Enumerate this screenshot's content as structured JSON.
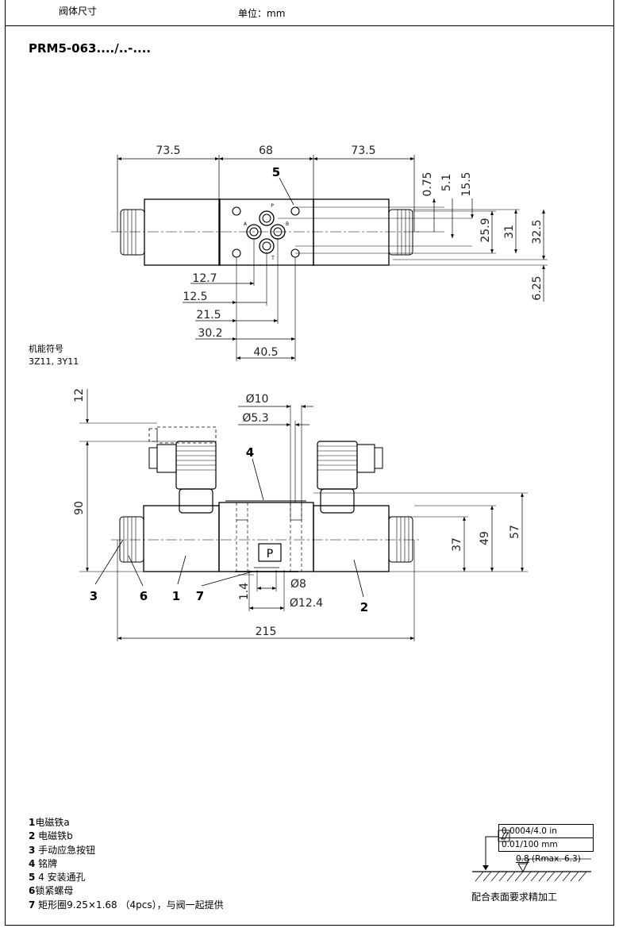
{
  "header": {
    "title": "阀体尺寸",
    "unit": "单位：mm"
  },
  "model": "PRM5-063..../..-....",
  "symbol": {
    "label": "机能符号",
    "codes": "3Z11, 3Y11"
  },
  "top_view": {
    "dims": {
      "w_left": "73.5",
      "w_mid": "68",
      "w_right": "73.5",
      "v075": "0.75",
      "v51": "5.1",
      "v155": "15.5",
      "v259": "25.9",
      "v31": "31",
      "v325": "32.5",
      "v625": "6.25",
      "h127": "12.7",
      "h125": "12.5",
      "h215": "21.5",
      "h302": "30.2",
      "h405": "40.5"
    },
    "ports": {
      "p": "P",
      "a": "A",
      "b": "B",
      "t": "T"
    },
    "callout": "5"
  },
  "front_view": {
    "dims": {
      "d12": "12",
      "d90": "90",
      "d37": "37",
      "d49": "49",
      "d57": "57",
      "d14": "1.4",
      "dia10": "Ø10",
      "dia53": "Ø5.3",
      "dia8": "Ø8",
      "dia124": "Ø12.4",
      "total": "215"
    },
    "nameplate": "P",
    "callouts": [
      "4",
      "3",
      "6",
      "1",
      "7",
      "2"
    ]
  },
  "legend": [
    {
      "num": "1",
      "text": "电磁铁a"
    },
    {
      "num": "2",
      "text": " 电磁铁b"
    },
    {
      "num": "3",
      "text": " 手动应急按钮"
    },
    {
      "num": "4",
      "text": " 铭牌"
    },
    {
      "num": "5",
      "text": "  4 安装通孔"
    },
    {
      "num": "6",
      "text": "锁紧螺母"
    },
    {
      "num": "7",
      "text": " 矩形圈9.25×1.68 （4pcs），与阀一起提供"
    }
  ],
  "surface": {
    "tol_flatness": "0.0004/4.0 in",
    "tol_metric": "0.01/100 mm",
    "roughness": "0.8",
    "rmax": "(Rmax. 6.3)",
    "caption": "配合表面要求精加工"
  }
}
